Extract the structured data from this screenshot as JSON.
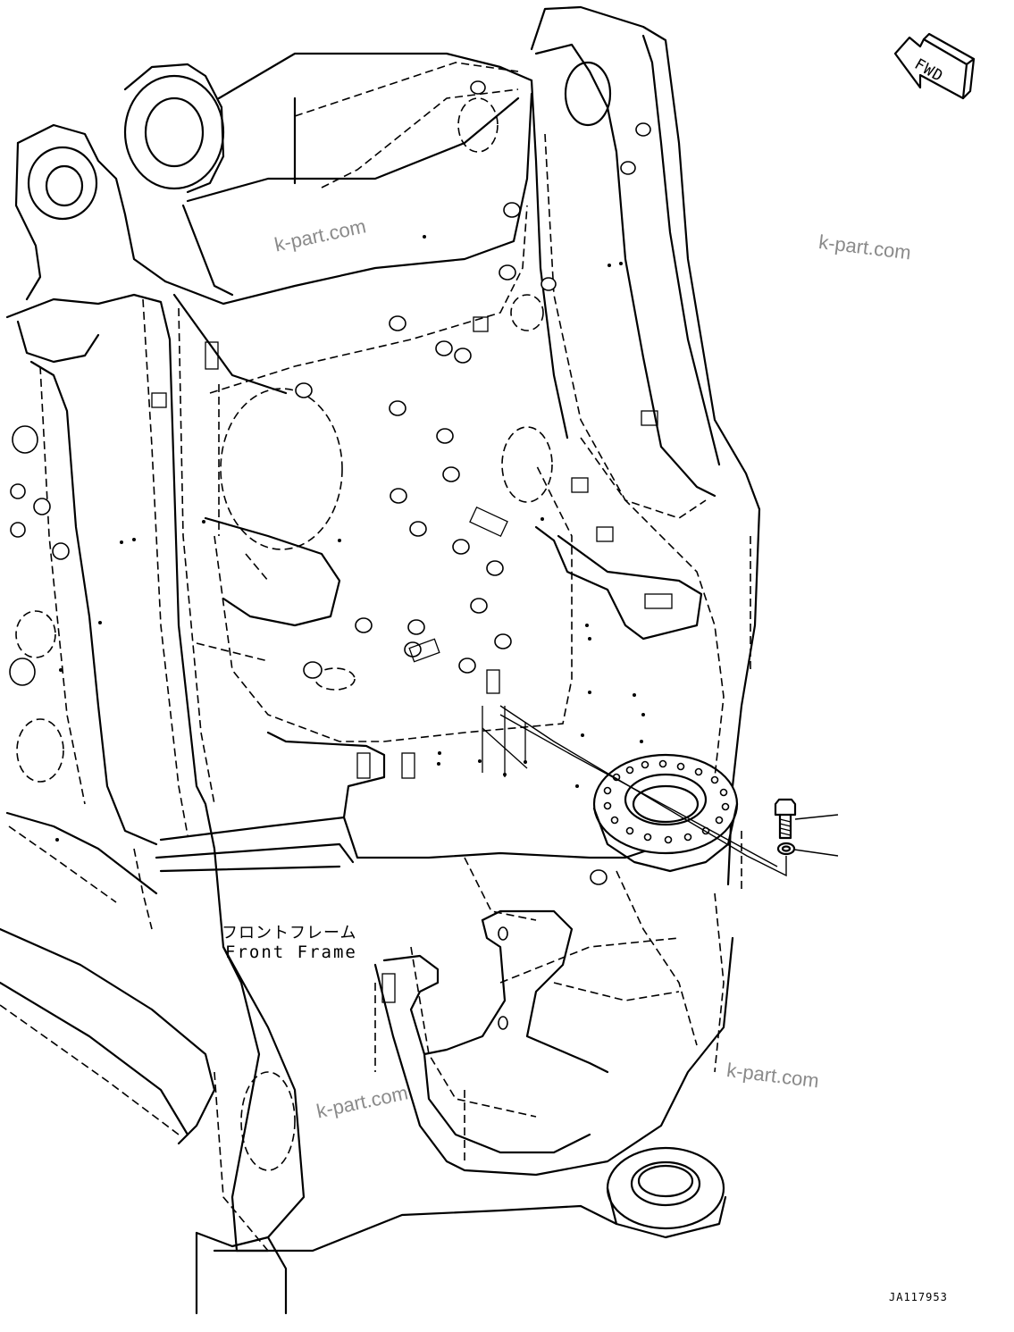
{
  "labels": {
    "part_name_jp": "フロントフレーム",
    "part_name_en": "Front Frame",
    "direction": "FWD",
    "drawing_number": "JA117953"
  },
  "watermarks": [
    "k-part.com",
    "k-part.com",
    "k-part.com",
    "k-part.com"
  ],
  "callouts": [
    "bolt",
    "washer"
  ],
  "colors": {
    "line": "#000000",
    "background": "#ffffff",
    "watermark": "#8a8a8a"
  }
}
